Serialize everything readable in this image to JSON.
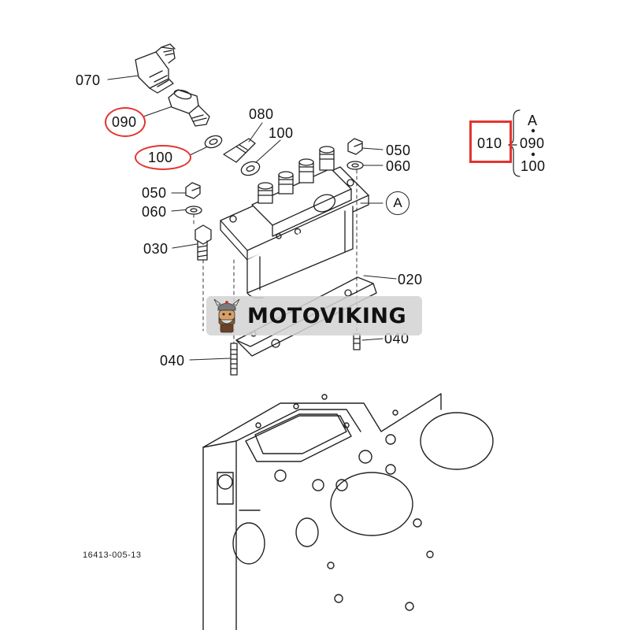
{
  "callouts": {
    "p070": "070",
    "p090": "090",
    "p100_left": "100",
    "p080": "080",
    "p100_right": "100",
    "p050_right": "050",
    "p060_right": "060",
    "p050_left": "050",
    "p060_left": "060",
    "p030": "030",
    "p020": "020",
    "p040_right": "040",
    "p040_left": "040",
    "ref_a": "A"
  },
  "legend": {
    "main": "010",
    "top": "A",
    "middle": "090",
    "bottom": "100"
  },
  "highlighted": [
    "090",
    "100",
    "010"
  ],
  "highlight_color": "#e3342f",
  "watermark": {
    "text": "MOTOVIKING",
    "logo": "viking-mascot-icon"
  },
  "drawing_code": "16413-005-13"
}
